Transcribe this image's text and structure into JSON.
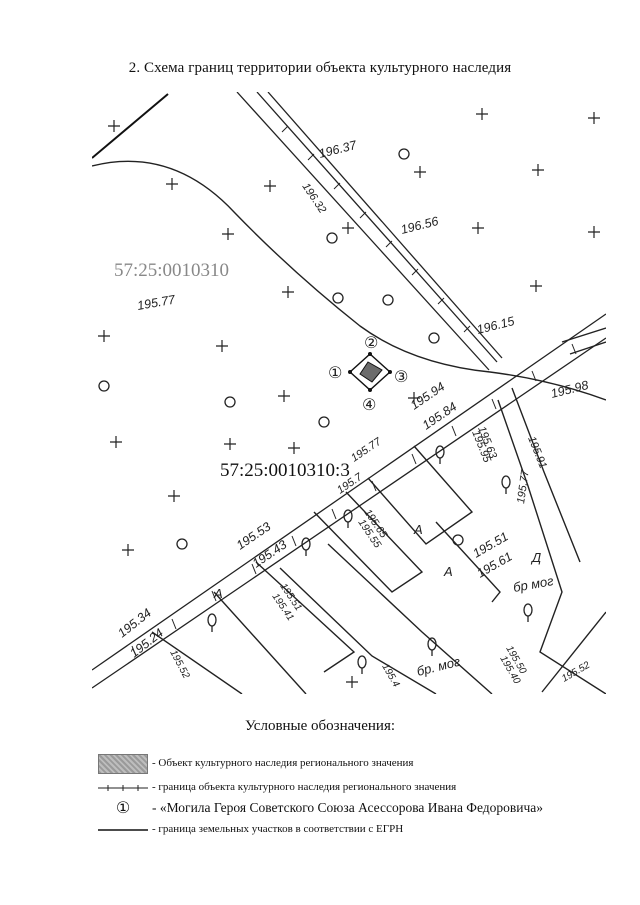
{
  "document": {
    "title": "2. Схема границ территории объекта культурного наследия"
  },
  "map": {
    "cadastral_labels": [
      "57:25:0010310",
      "57:25:0010310:3"
    ],
    "elevations": [
      "196.37",
      "196.32",
      "196.56",
      "195.77",
      "196.15",
      "195.94",
      "195.84",
      "195.98",
      "195.63",
      "195.95",
      "195.91",
      "195.77",
      "195.77",
      "195.7",
      "195.53",
      "195.43",
      "195.65",
      "195.55",
      "195.51",
      "195.61",
      "195.34",
      "195.24",
      "195.51",
      "195.41",
      "195.52",
      "195.50",
      "195.40",
      "195.4",
      "195.52"
    ],
    "text_marks": [
      "бр мог",
      "бр. мог",
      "А",
      "А",
      "А",
      "Д"
    ],
    "points": [
      "①",
      "②",
      "③",
      "④"
    ]
  },
  "legend": {
    "title": "Условные обозначения:",
    "items": [
      {
        "symbol": "fill",
        "text": "- Объект культурного наследия регионального значения"
      },
      {
        "symbol": "tick-line",
        "text": "- граница объекта культурного наследия регионального значения"
      },
      {
        "symbol": "circled-number",
        "glyph": "①",
        "text": "- «Могила Героя Советского Союза Асессорова Ивана Федоровича»"
      },
      {
        "symbol": "solid-line",
        "text": "- граница земельных участков в соответствии с ЕГРН"
      }
    ]
  }
}
